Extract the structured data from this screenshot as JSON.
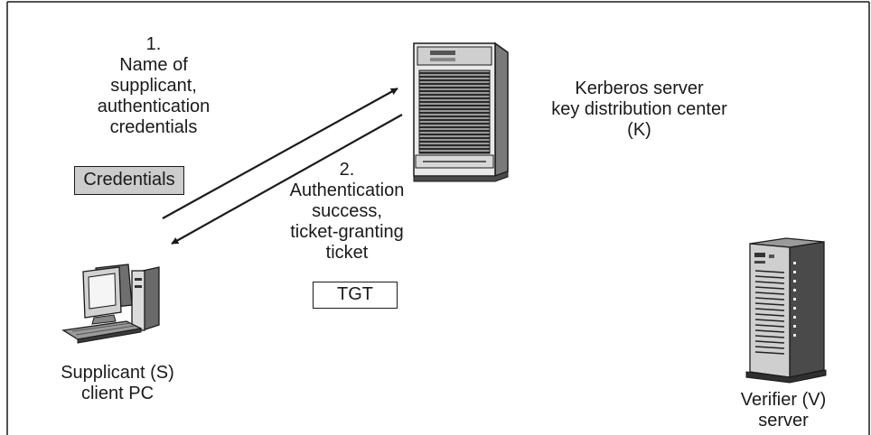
{
  "diagram": {
    "step1": {
      "number": "1.",
      "lines": [
        "Name of",
        "supplicant,",
        "authentication",
        "credentials"
      ],
      "badge": "Credentials"
    },
    "step2": {
      "number": "2.",
      "lines": [
        "Authentication",
        "success,",
        "ticket-granting",
        "ticket"
      ],
      "badge": "TGT"
    },
    "kerberos": {
      "lines": [
        "Kerberos server",
        "key distribution center",
        "(K)"
      ]
    },
    "supplicant": {
      "lines": [
        "Supplicant (S)",
        "client PC"
      ]
    },
    "verifier": {
      "lines": [
        "Verifier (V)",
        "server"
      ]
    },
    "colors": {
      "stroke": "#1a1a1a",
      "credentials_fill": "#cccccc",
      "tgt_fill": "#ffffff"
    }
  }
}
